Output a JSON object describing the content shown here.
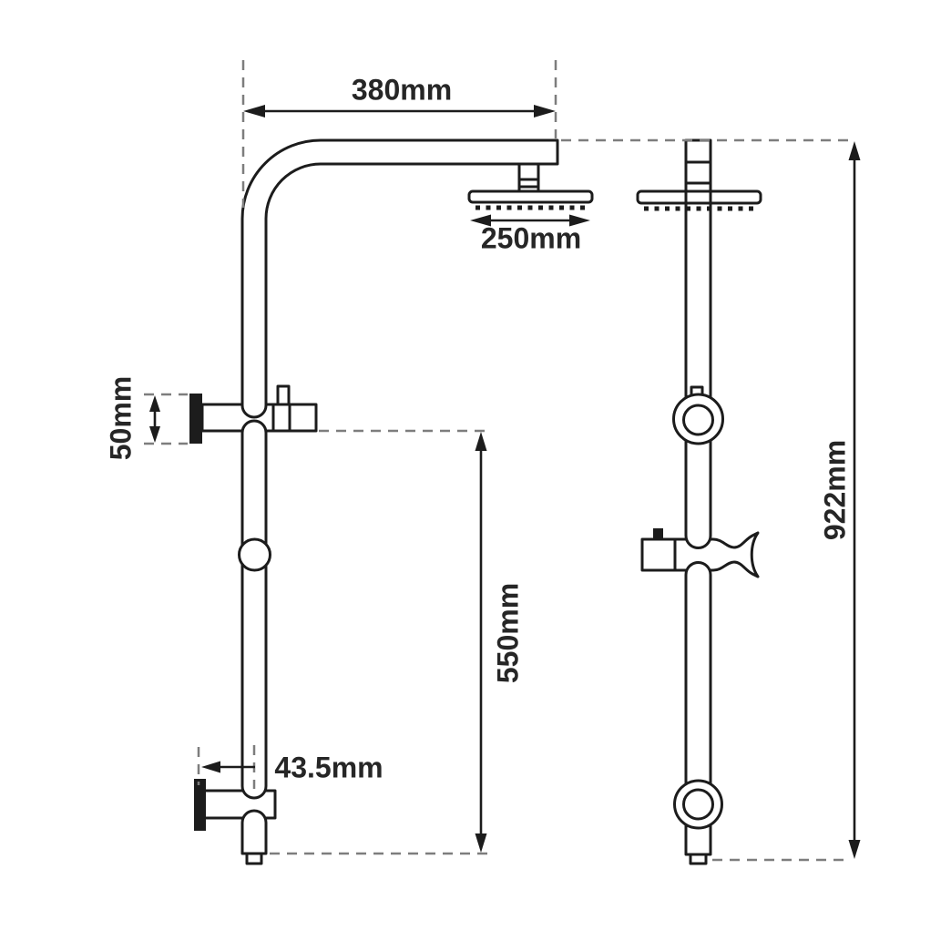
{
  "drawing": {
    "kind": "shower rail set dimension drawing",
    "colors": {
      "background": "#ffffff",
      "line": "#1c1c1c",
      "dashed_line": "#7d7d7d",
      "text": "#262626"
    }
  },
  "dimensions": {
    "arm_reach": "380mm",
    "head_width": "250mm",
    "bracket_height": "50mm",
    "lower_rail_length": "550mm",
    "wall_offset": "43.5mm",
    "total_height": "922mm"
  }
}
